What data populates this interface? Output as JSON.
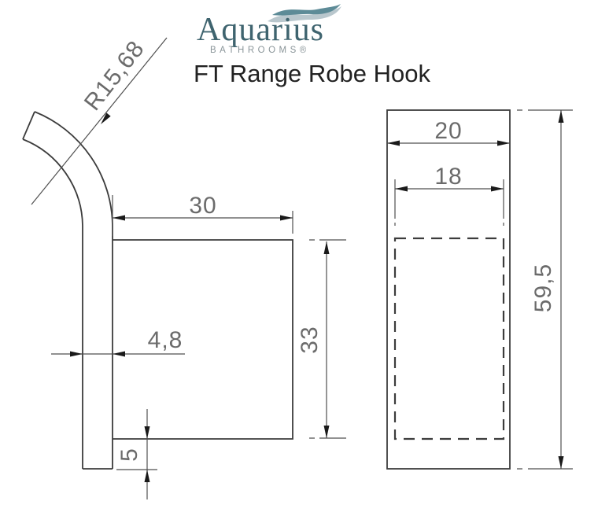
{
  "brand": {
    "name": "Aquarius",
    "tagline": "BATHROOMS®"
  },
  "title": "FT Range Robe Hook",
  "colors": {
    "brand_text": "#3f646f",
    "wave_teal": "#5d8b97",
    "wave_light": "#b9c7cd",
    "tagline_gray": "#8a9599",
    "title_text": "#222222",
    "drawing_lines": "#3c3c3c",
    "dimension_lines": "#4f4f4f",
    "dimension_text": "#6b6b6b"
  },
  "drawing": {
    "side_view": {
      "description": "side profile of robe hook with curved tip",
      "dims": {
        "radius": "R15,68",
        "projection": "30",
        "thickness": "4,8",
        "face_height": "33",
        "bottom_lip": "5"
      }
    },
    "front_view": {
      "description": "front elevation with hidden backplate outline",
      "dims": {
        "outer_width": "20",
        "inner_width": "18",
        "overall_height": "59,5"
      }
    }
  }
}
